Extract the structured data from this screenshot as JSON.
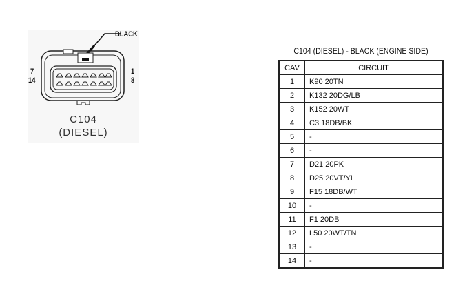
{
  "connector": {
    "color_label": "BLACK",
    "pin_left_top": "7",
    "pin_left_bottom": "14",
    "pin_right_top": "1",
    "pin_right_bottom": "8",
    "name": "C104",
    "variant": "(DIESEL)"
  },
  "table": {
    "title": "C104 (DIESEL) - BLACK (ENGINE SIDE)",
    "headers": [
      "CAV",
      "CIRCUIT"
    ],
    "rows": [
      [
        "1",
        "K90  20TN"
      ],
      [
        "2",
        "K132  20DG/LB"
      ],
      [
        "3",
        "K152  20WT"
      ],
      [
        "4",
        "C3  18DB/BK"
      ],
      [
        "5",
        "-"
      ],
      [
        "6",
        "-"
      ],
      [
        "7",
        "D21  20PK"
      ],
      [
        "8",
        "D25  20VT/YL"
      ],
      [
        "9",
        "F15  18DB/WT"
      ],
      [
        "10",
        "-"
      ],
      [
        "11",
        "F1  20DB"
      ],
      [
        "12",
        "L50  20WT/TN"
      ],
      [
        "13",
        "-"
      ],
      [
        "14",
        "-"
      ]
    ]
  }
}
